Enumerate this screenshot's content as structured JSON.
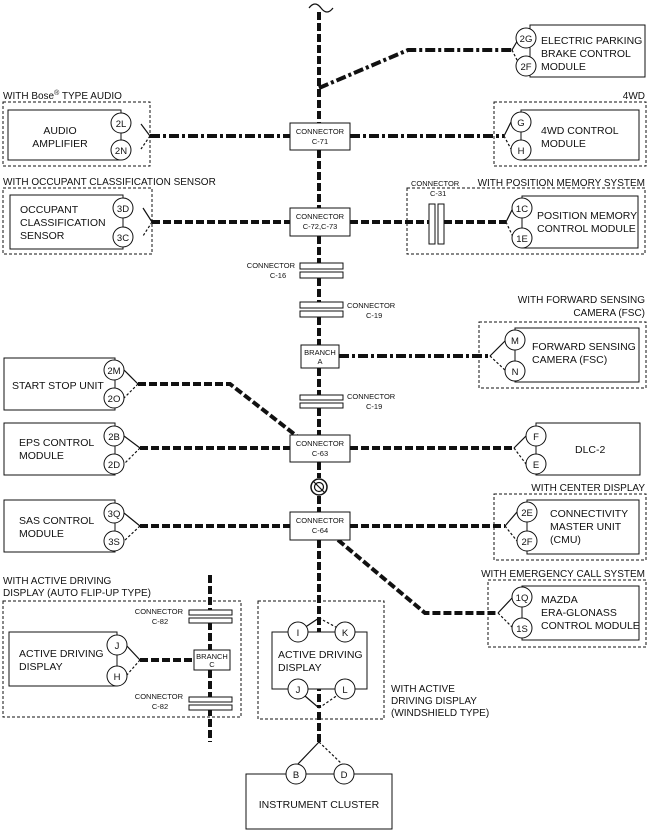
{
  "bus": {
    "connectors": [
      {
        "id": "c71",
        "line1": "CONNECTOR",
        "line2": "C-71"
      },
      {
        "id": "c72",
        "line1": "CONNECTOR",
        "line2": "C-72,C-73"
      },
      {
        "id": "c63",
        "line1": "CONNECTOR",
        "line2": "C-63"
      },
      {
        "id": "c64",
        "line1": "CONNECTOR",
        "line2": "C-64"
      },
      {
        "id": "c16",
        "line1": "CONNECTOR",
        "line2": "C-16"
      },
      {
        "id": "c19a",
        "line1": "CONNECTOR",
        "line2": "C-19"
      },
      {
        "id": "c19b",
        "line1": "CONNECTOR",
        "line2": "C-19"
      },
      {
        "id": "c31",
        "line1": "CONNECTOR",
        "line2": "C-31"
      },
      {
        "id": "c82a",
        "line1": "CONNECTOR",
        "line2": "C-82"
      },
      {
        "id": "c82b",
        "line1": "CONNECTOR",
        "line2": "C-82"
      }
    ],
    "branches": [
      {
        "id": "a",
        "line1": "BRANCH",
        "line2": "A"
      },
      {
        "id": "c",
        "line1": "BRANCH",
        "line2": "C"
      }
    ]
  },
  "modules": {
    "epb": {
      "lines": [
        "ELECTRIC PARKING",
        "BRAKE CONTROL",
        "MODULE"
      ],
      "pins": [
        "2G",
        "2F"
      ]
    },
    "audio": {
      "group": "WITH Bose",
      "group_reg": "®",
      "group_suffix": " TYPE AUDIO",
      "lines": [
        "AUDIO",
        "AMPLIFIER"
      ],
      "pins": [
        "2L",
        "2N"
      ]
    },
    "fwd4": {
      "group": "4WD",
      "lines": [
        "4WD CONTROL",
        "MODULE"
      ],
      "pins": [
        "G",
        "H"
      ]
    },
    "occupant": {
      "group": "WITH OCCUPANT CLASSIFICATION SENSOR",
      "lines": [
        "OCCUPANT",
        "CLASSIFICATION",
        "SENSOR"
      ],
      "pins": [
        "3D",
        "3C"
      ]
    },
    "position": {
      "group": "WITH POSITION MEMORY SYSTEM",
      "lines": [
        "POSITION MEMORY",
        "CONTROL MODULE"
      ],
      "pins": [
        "1C",
        "1E"
      ]
    },
    "fsc": {
      "group": [
        "WITH FORWARD SENSING",
        "CAMERA (FSC)"
      ],
      "lines": [
        "FORWARD SENSING",
        "CAMERA (FSC)"
      ],
      "pins": [
        "M",
        "N"
      ]
    },
    "startstop": {
      "lines": [
        "START STOP UNIT"
      ],
      "pins": [
        "2M",
        "2O"
      ]
    },
    "eps": {
      "lines": [
        "EPS CONTROL",
        "MODULE"
      ],
      "pins": [
        "2B",
        "2D"
      ]
    },
    "dlc": {
      "lines": [
        "DLC-2"
      ],
      "pins": [
        "F",
        "E"
      ]
    },
    "sas": {
      "lines": [
        "SAS CONTROL",
        "MODULE"
      ],
      "pins": [
        "3Q",
        "3S"
      ]
    },
    "cmu": {
      "group": "WITH CENTER DISPLAY",
      "lines": [
        "CONNECTIVITY",
        "MASTER UNIT",
        "(CMU)"
      ],
      "pins": [
        "2E",
        "2F"
      ]
    },
    "era": {
      "group": "WITH EMERGENCY CALL SYSTEM",
      "lines": [
        "MAZDA",
        "ERA-GLONASS",
        "CONTROL MODULE"
      ],
      "pins": [
        "1Q",
        "1S"
      ]
    },
    "add_flip": {
      "group": [
        "WITH ACTIVE DRIVING",
        "DISPLAY (AUTO FLIP-UP TYPE)"
      ],
      "lines": [
        "ACTIVE DRIVING",
        "DISPLAY"
      ],
      "pins": [
        "J",
        "H"
      ]
    },
    "add_ws": {
      "group": [
        "WITH ACTIVE",
        "DRIVING DISPLAY",
        "(WINDSHIELD TYPE)"
      ],
      "lines": [
        "ACTIVE DRIVING",
        "DISPLAY"
      ],
      "pins": [
        "I",
        "K",
        "J",
        "L"
      ]
    },
    "cluster": {
      "lines": [
        "INSTRUMENT CLUSTER"
      ],
      "pins": [
        "B",
        "D"
      ]
    }
  }
}
